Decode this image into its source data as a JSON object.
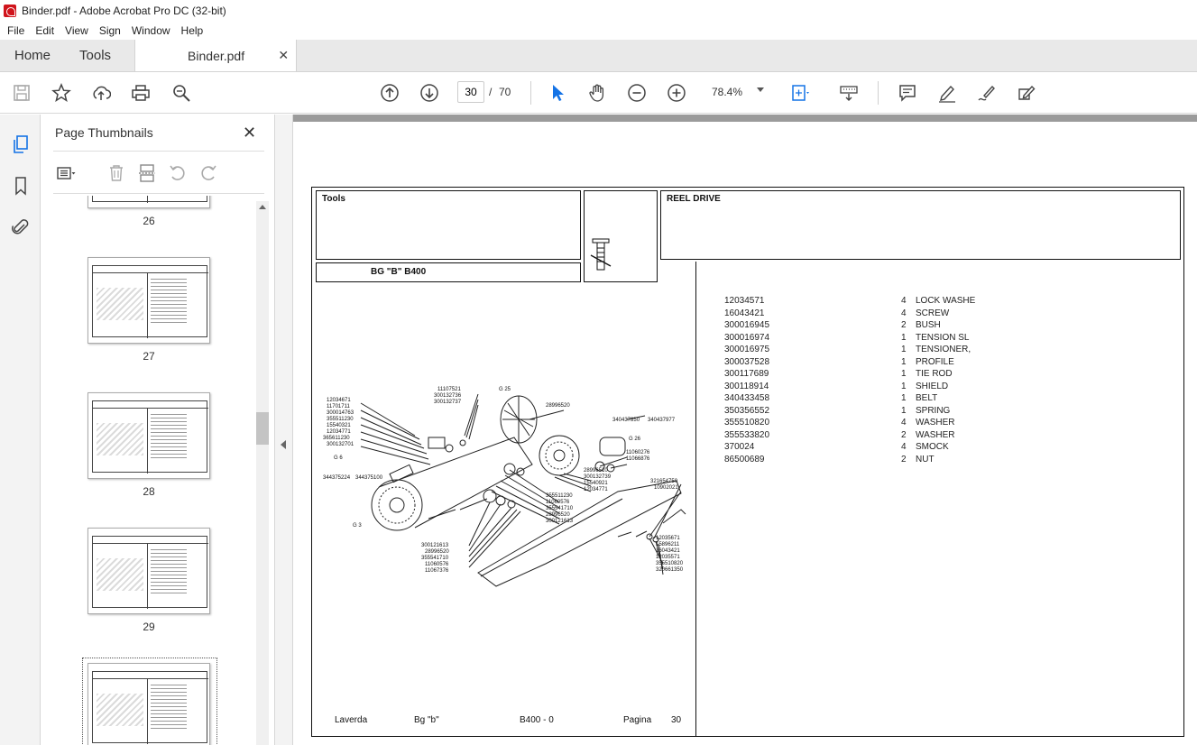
{
  "window": {
    "title": "Binder.pdf - Adobe Acrobat Pro DC (32-bit)"
  },
  "menu": [
    "File",
    "Edit",
    "View",
    "Sign",
    "Window",
    "Help"
  ],
  "tabs": {
    "home": "Home",
    "tools": "Tools",
    "document": "Binder.pdf",
    "close": "✕"
  },
  "toolbar": {
    "page_current": "30",
    "page_sep": "/",
    "page_total": "70",
    "zoom": "78.4%"
  },
  "thumbnail_panel": {
    "title": "Page Thumbnails",
    "close": "✕",
    "pages": [
      "26",
      "27",
      "28",
      "29",
      ""
    ]
  },
  "pdf": {
    "header_left": "Tools",
    "model": "BG \"B\"  B400",
    "header_right": "REEL DRIVE",
    "parts": [
      {
        "code": "12034571",
        "qty": "4",
        "desc": "LOCK WASHE"
      },
      {
        "code": "16043421",
        "qty": "4",
        "desc": "SCREW"
      },
      {
        "code": "300016945",
        "qty": "2",
        "desc": "BUSH"
      },
      {
        "code": "300016974",
        "qty": "1",
        "desc": "TENSION SL"
      },
      {
        "code": "300016975",
        "qty": "1",
        "desc": "TENSIONER,"
      },
      {
        "code": "300037528",
        "qty": "1",
        "desc": "PROFILE"
      },
      {
        "code": "300117689",
        "qty": "1",
        "desc": "TIE ROD"
      },
      {
        "code": "300118914",
        "qty": "1",
        "desc": "SHIELD"
      },
      {
        "code": "340433458",
        "qty": "1",
        "desc": "BELT"
      },
      {
        "code": "350356552",
        "qty": "1",
        "desc": "SPRING"
      },
      {
        "code": "355510820",
        "qty": "4",
        "desc": "WASHER"
      },
      {
        "code": "355533820",
        "qty": "2",
        "desc": "WASHER"
      },
      {
        "code": "370024",
        "qty": "4",
        "desc": "SMOCK"
      },
      {
        "code": "86500689",
        "qty": "2",
        "desc": "NUT"
      }
    ],
    "footer": {
      "brand": "Laverda",
      "group": "Bg \"b\"",
      "model": "B400 - 0",
      "page_label": "Pagina",
      "page_number": "30"
    },
    "callouts": {
      "c1": "11107521",
      "c2": "300132736",
      "c3": "300132737",
      "c4": "G 25",
      "c5": "28996520",
      "c6": "12034671",
      "c7": "11701711",
      "c8": "300014763",
      "c9": "355511230",
      "c10": "15540321",
      "c11": "12034771",
      "c12": "365611230",
      "c13": "300132701",
      "c14": "340437850",
      "c15": "340437977",
      "c16": "G 26",
      "c17": "11060276",
      "c18": "11066876",
      "c19": "28996510",
      "c20": "300132739",
      "c21": "15540921",
      "c22": "12034771",
      "c23": "G 6",
      "c24": "344375224",
      "c25": "344375100",
      "c26": "355511230",
      "c27": "11060576",
      "c28": "355541710",
      "c29": "28996520",
      "c30": "300121613",
      "c31": "321654750",
      "c32": "10902021",
      "c33": "G 3",
      "c34": "300121613",
      "c35": "28996520",
      "c36": "355541710",
      "c37": "11060576",
      "c38": "11067376",
      "c39": "12035671",
      "c40": "15896211",
      "c41": "16043421",
      "c42": "12035571",
      "c43": "355510820",
      "c44": "320661350"
    }
  },
  "colors": {
    "accent": "#1473e6",
    "title_icon": "#d0141c",
    "canvas": "#9b9b9b"
  }
}
